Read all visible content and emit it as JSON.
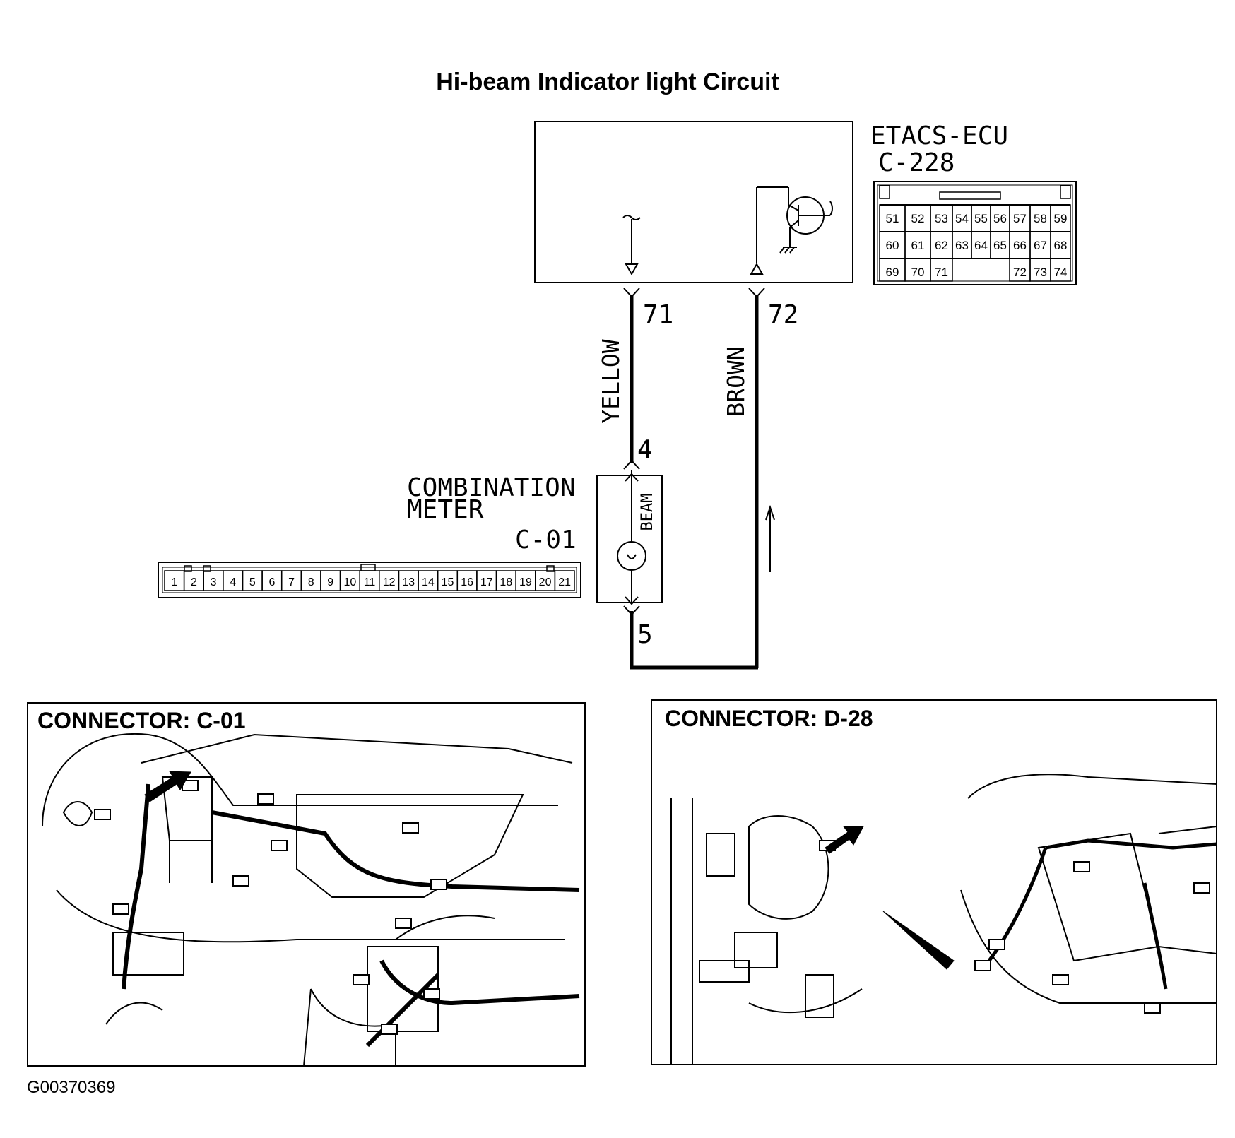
{
  "title": "Hi-beam Indicator light Circuit",
  "ecu": {
    "name": "ETACS-ECU",
    "connector": "C-228",
    "pin_rows": [
      [
        "51",
        "52",
        "53",
        "54",
        "55",
        "56",
        "57",
        "58",
        "59"
      ],
      [
        "60",
        "61",
        "62",
        "63",
        "64",
        "65",
        "66",
        "67",
        "68"
      ],
      [
        "69",
        "70",
        "71",
        "72",
        "73",
        "74"
      ]
    ]
  },
  "wires": [
    {
      "color": "YELLOW",
      "from_pin": "71",
      "to_pin": "4"
    },
    {
      "color": "BROWN",
      "from_pin": "72",
      "to_pin": "5"
    }
  ],
  "meter": {
    "name_line1": "COMBINATION",
    "name_line2": "METER",
    "connector": "C-01",
    "lamp_label": "BEAM",
    "pins": [
      "1",
      "2",
      "3",
      "4",
      "5",
      "6",
      "7",
      "8",
      "9",
      "10",
      "11",
      "12",
      "13",
      "14",
      "15",
      "16",
      "17",
      "18",
      "19",
      "20",
      "21"
    ]
  },
  "panels": [
    {
      "title": "CONNECTOR: C-01"
    },
    {
      "title": "CONNECTOR: D-28"
    }
  ],
  "figure_code": "G00370369"
}
